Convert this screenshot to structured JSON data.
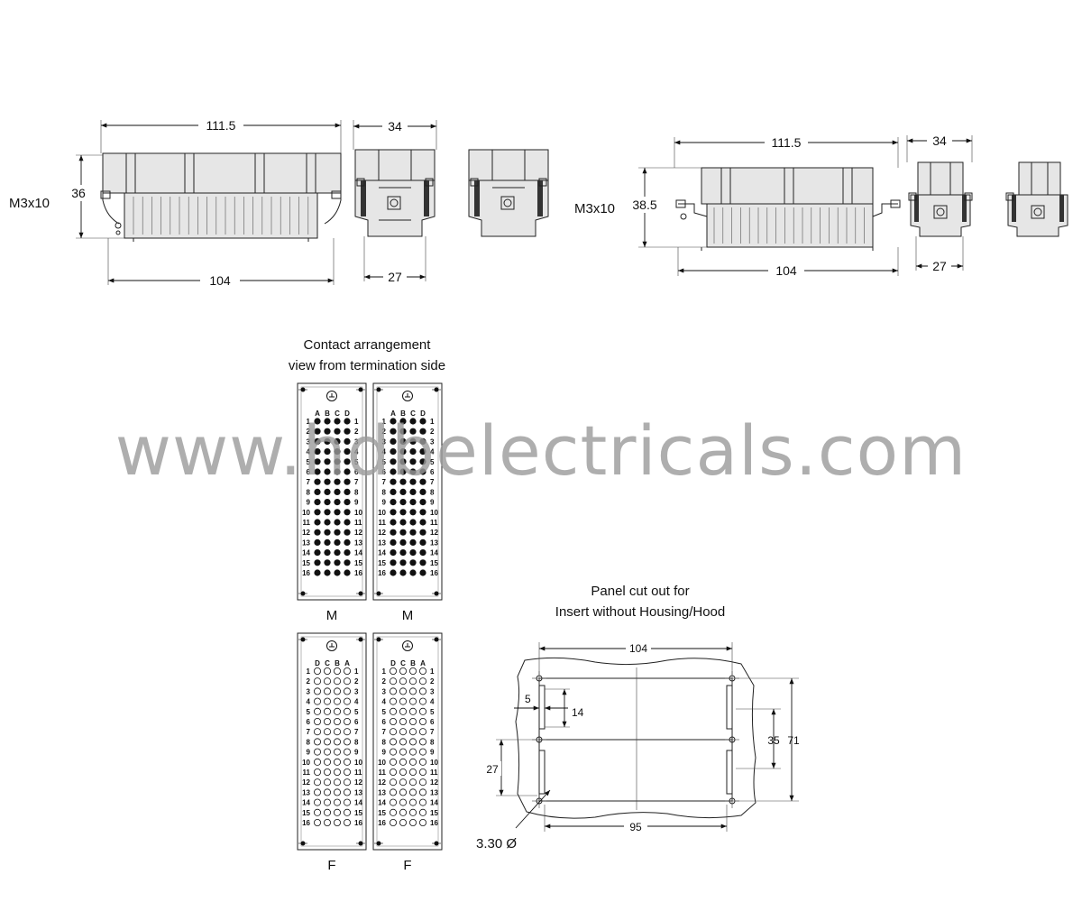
{
  "colors": {
    "ink": "#111111",
    "hole": "#111111",
    "watermark": "#9a9a9a",
    "background": "#ffffff"
  },
  "dims_left": {
    "overall_length": "111.5",
    "base_length": "104",
    "height": "36",
    "screw": "M3x10",
    "depth": "34",
    "base_depth": "27"
  },
  "dims_right": {
    "overall_length": "111.5",
    "base_length": "104",
    "height": "38.5",
    "screw": "M3x10",
    "depth": "34",
    "base_depth": "27"
  },
  "contact": {
    "title_line1": "Contact arrangement",
    "title_line2": "view from termination side",
    "male_columns": [
      "A",
      "B",
      "C",
      "D"
    ],
    "female_columns": [
      "D",
      "C",
      "B",
      "A"
    ],
    "rows": [
      "1",
      "2",
      "3",
      "4",
      "5",
      "6",
      "7",
      "8",
      "9",
      "10",
      "11",
      "12",
      "13",
      "14",
      "15",
      "16"
    ],
    "male_label": "M",
    "female_label": "F"
  },
  "panel": {
    "title_line1": "Panel cut out for",
    "title_line2": "Insert without Housing/Hood",
    "width_outer": "104",
    "width_inner": "95",
    "height_outer": "71",
    "height_inner": "35",
    "offset_5": "5",
    "offset_14": "14",
    "offset_27": "27",
    "hole": "3.30 Ø"
  },
  "watermark": "www.hdbelectricals.com"
}
